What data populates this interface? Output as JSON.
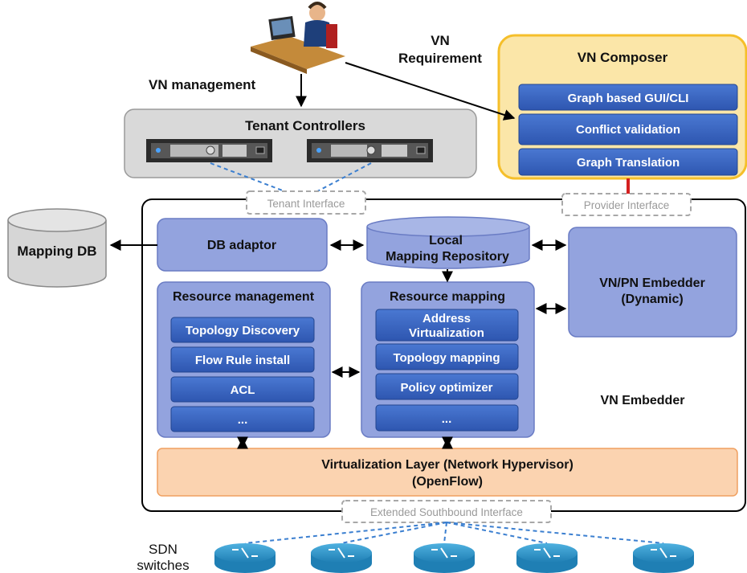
{
  "labels": {
    "vn_management": "VN management",
    "vn_requirement_1": "VN",
    "vn_requirement_2": "Requirement",
    "tenant_controllers": "Tenant Controllers",
    "tenant_interface": "Tenant Interface",
    "provider_interface": "Provider Interface",
    "mapping_db": "Mapping DB",
    "vn_embedder": "VN Embedder",
    "extended_southbound_interface": "Extended Southbound Interface",
    "sdn_1": "SDN",
    "sdn_2": "switches"
  },
  "vn_composer": {
    "title": "VN Composer",
    "items": [
      "Graph based GUI/CLI",
      "Conflict validation",
      "Graph Translation"
    ]
  },
  "db_adaptor": "DB adaptor",
  "local_repo": {
    "line1": "Local",
    "line2": "Mapping Repository"
  },
  "vn_pn_embedder": {
    "line1": "VN/PN Embedder",
    "line2": "(Dynamic)"
  },
  "resource_management": {
    "title": "Resource management",
    "items": [
      "Topology Discovery",
      "Flow Rule install",
      "ACL",
      "..."
    ]
  },
  "resource_mapping": {
    "title": "Resource mapping",
    "items": [
      {
        "line1": "Address",
        "line2": "Virtualization"
      },
      {
        "line1": "Topology mapping",
        "line2": ""
      },
      {
        "line1": "Policy optimizer",
        "line2": ""
      },
      {
        "line1": "...",
        "line2": ""
      }
    ]
  },
  "virtualization_layer": {
    "line1": "Virtualization Layer (Network Hypervisor)",
    "line2": "(OpenFlow)"
  },
  "colors": {
    "composer_bg": "#fbe6a8",
    "composer_border": "#f5bf2a",
    "blue_button": "#3562c0",
    "light_blue_box": "#93a3de",
    "orange_layer": "#fbd3b0",
    "switch_blue": "#2f93c8",
    "tenant_gray": "#d9d9d9"
  }
}
